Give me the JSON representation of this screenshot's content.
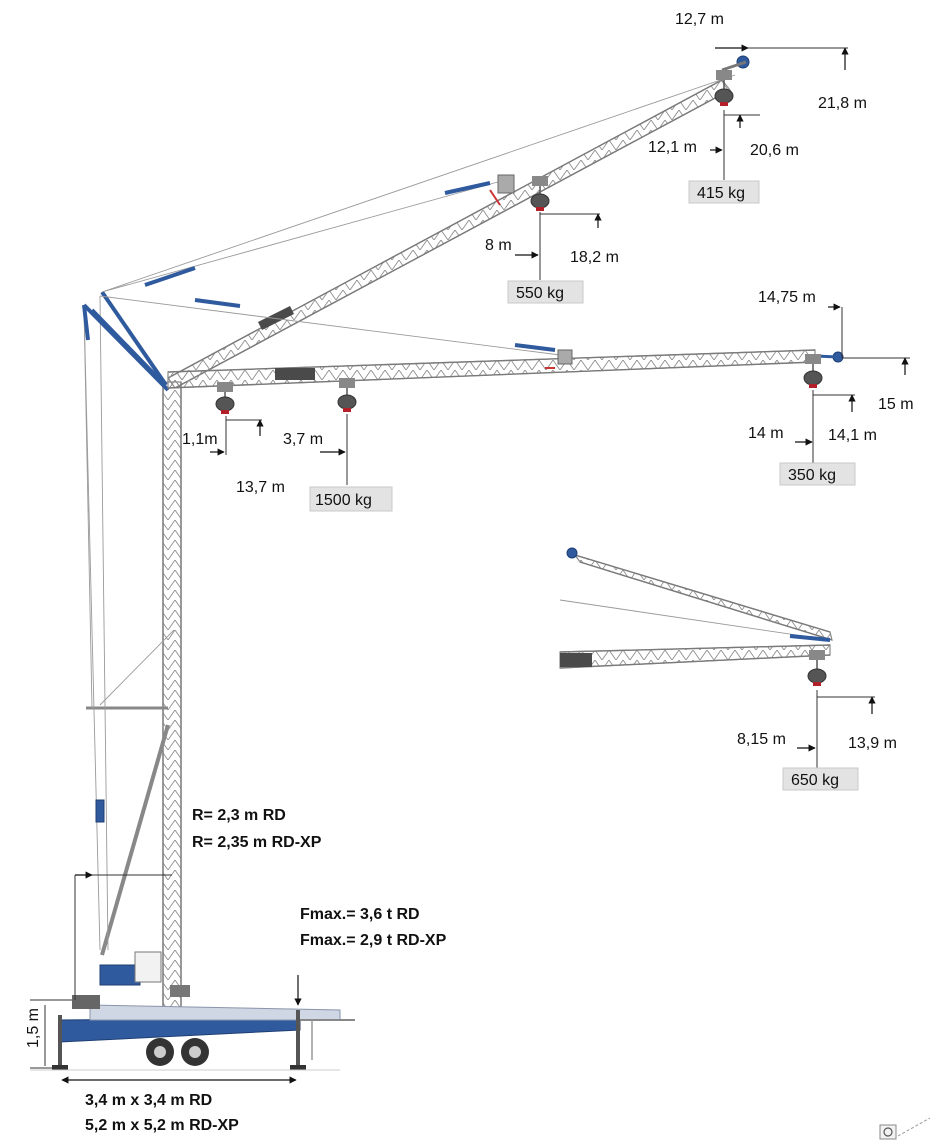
{
  "positions": {
    "luffed_high": {
      "tip_radius": "12,7 m",
      "tip_height": "21,8 m",
      "hook1_radius": "12,1 m",
      "hook1_height": "20,6 m",
      "hook1_load": "415 kg",
      "hook2_radius": "8 m",
      "hook2_height": "18,2 m",
      "hook2_load": "550 kg"
    },
    "horizontal": {
      "tip_radius": "14,75 m",
      "tip_height": "15 m",
      "tip_hook_radius": "14 m",
      "tip_hook_height": "14,1 m",
      "tip_hook_load": "350 kg",
      "inner_hook1_radius": "1,1m",
      "inner_hook_height": "13,7 m",
      "inner_hook2_radius": "3,7 m",
      "inner_hook_load": "1500 kg"
    },
    "folded": {
      "hook_radius": "8,15 m",
      "hook_height": "13,9 m",
      "hook_load": "650 kg"
    }
  },
  "base": {
    "slew_radius_rd": "R= 2,3 m RD",
    "slew_radius_rdxp": "R= 2,35 m RD-XP",
    "fmax_rd": "Fmax.= 3,6 t RD",
    "fmax_rdxp": "Fmax.= 2,9 t RD-XP",
    "height_label": "1,5 m",
    "support_rd": "3,4 m x 3,4 m RD",
    "support_rdxp": "5,2 m x 5,2 m RD-XP"
  },
  "colors": {
    "crane_blue": "#2f5a9e",
    "steel_grey": "#9a9a9a",
    "hook_red": "#b3202a",
    "label_box": "#e3e3e3"
  },
  "icons": {
    "corner_logo": "tool-icon"
  }
}
